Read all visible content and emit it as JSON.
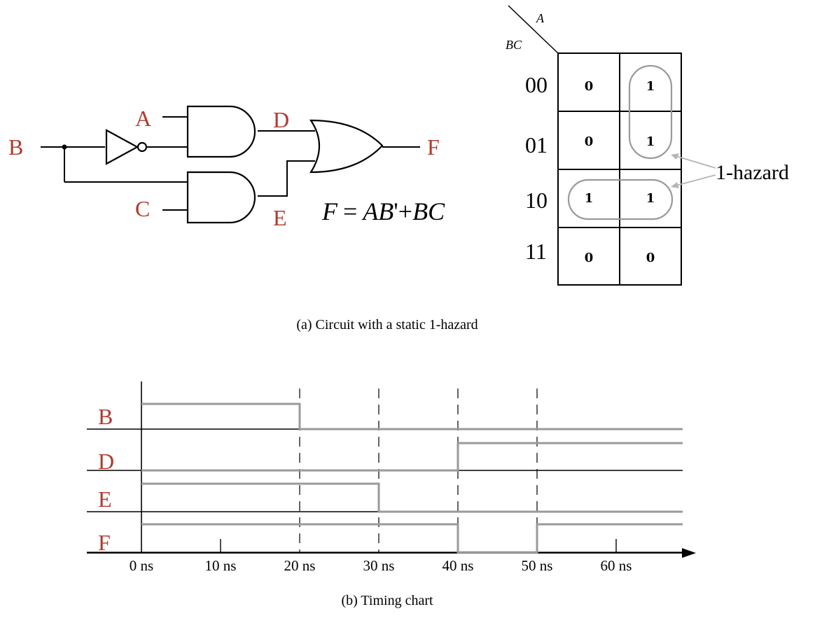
{
  "circuit": {
    "inputs": {
      "a": "A",
      "b": "B",
      "c": "C"
    },
    "nodes": {
      "d": "D",
      "e": "E"
    },
    "output": "F",
    "equation": {
      "lhs": "F",
      "eq": "=",
      "term1": "AB",
      "prime": "'",
      "plus": "+",
      "term2": "BC"
    }
  },
  "kmap": {
    "col_var": "A",
    "row_var": "BC",
    "rows": [
      "00",
      "01",
      "10",
      "11"
    ],
    "cells": [
      [
        "0",
        "1"
      ],
      [
        "0",
        "1"
      ],
      [
        "1",
        "1"
      ],
      [
        "0",
        "0"
      ]
    ],
    "hazard_label": "1-hazard"
  },
  "caption_a": "(a) Circuit with a static 1-hazard",
  "caption_b": "(b) Timing chart",
  "timing": {
    "time_ticks": [
      "0 ns",
      "10 ns",
      "20 ns",
      "30 ns",
      "40 ns",
      "50 ns",
      "60 ns"
    ],
    "dashed_at": [
      20,
      30,
      40,
      50
    ],
    "signals": [
      {
        "name": "B",
        "edges": [
          [
            0,
            1
          ],
          [
            20,
            0
          ]
        ]
      },
      {
        "name": "D",
        "edges": [
          [
            0,
            0
          ],
          [
            40,
            1
          ]
        ]
      },
      {
        "name": "E",
        "edges": [
          [
            0,
            1
          ],
          [
            30,
            0
          ]
        ]
      },
      {
        "name": "F",
        "edges": [
          [
            0,
            1
          ],
          [
            40,
            0
          ],
          [
            50,
            1
          ]
        ]
      }
    ]
  },
  "colors": {
    "signal_label": "#b03a2e",
    "wave": "#9a9a9a",
    "line": "#000000"
  }
}
